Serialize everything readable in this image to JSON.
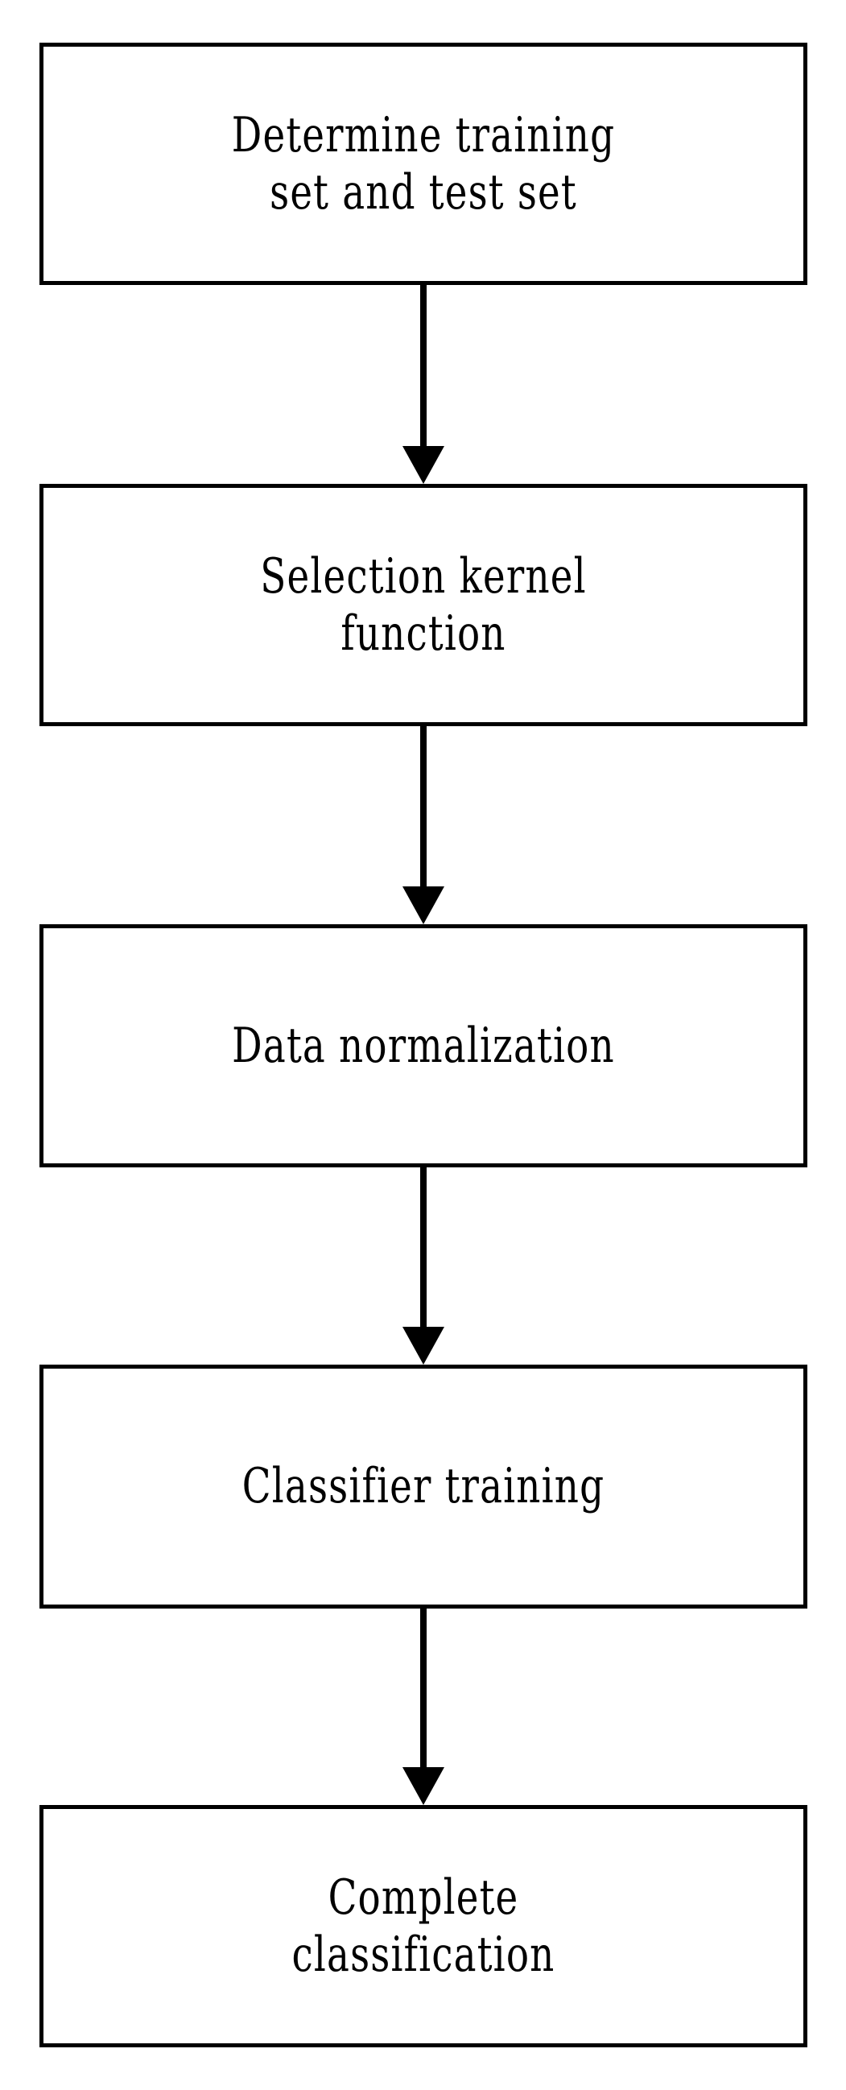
{
  "diagram": {
    "type": "flowchart",
    "orientation": "vertical",
    "title": "",
    "colors": {
      "background": "#ffffff",
      "box_border": "#000000",
      "box_fill": "#ffffff",
      "text": "#000000",
      "arrow": "#000000"
    },
    "nodes": [
      {
        "id": "node-0",
        "shape": "rectangle",
        "label": "Determine training\nset and test set",
        "lines": [
          "Determine training",
          "set and test set"
        ]
      },
      {
        "id": "node-1",
        "shape": "rectangle",
        "label": "Selection kernel\nfunction",
        "lines": [
          "Selection kernel",
          "function"
        ]
      },
      {
        "id": "node-2",
        "shape": "rectangle",
        "label": "Data normalization",
        "lines": [
          "Data normalization"
        ]
      },
      {
        "id": "node-3",
        "shape": "rectangle",
        "label": "Classifier training",
        "lines": [
          "Classifier training"
        ]
      },
      {
        "id": "node-4",
        "shape": "rectangle",
        "label": "Complete\nclassification",
        "lines": [
          "Complete",
          "classification"
        ]
      }
    ],
    "edges": [
      {
        "id": "conn-0",
        "from": "node-0",
        "to": "node-1",
        "style": "solid",
        "arrowhead": "filled-triangle",
        "label": ""
      },
      {
        "id": "conn-1",
        "from": "node-1",
        "to": "node-2",
        "style": "solid",
        "arrowhead": "filled-triangle",
        "label": ""
      },
      {
        "id": "conn-2",
        "from": "node-2",
        "to": "node-3",
        "style": "solid",
        "arrowhead": "filled-triangle",
        "label": ""
      },
      {
        "id": "conn-3",
        "from": "node-3",
        "to": "node-4",
        "style": "solid",
        "arrowhead": "filled-triangle",
        "label": ""
      }
    ]
  }
}
